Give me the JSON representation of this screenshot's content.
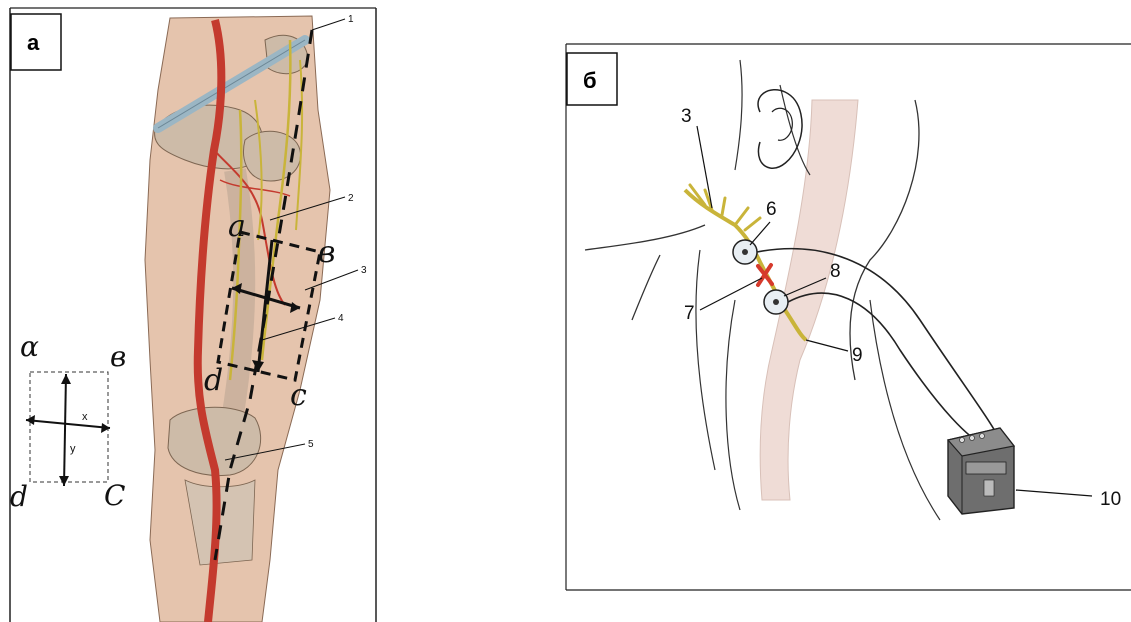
{
  "panel_a": {
    "tag": "а",
    "callouts": [
      "1",
      "2",
      "3",
      "4",
      "5"
    ],
    "rect_corners": {
      "a": "a",
      "b": "в",
      "c": "c",
      "d": "d"
    },
    "legend": {
      "corners": {
        "a": "α",
        "b": "в",
        "c": "C",
        "d": "d"
      },
      "x_label": "x",
      "y_label": "y"
    }
  },
  "panel_b": {
    "tag": "б",
    "callouts": [
      "3",
      "6",
      "7",
      "8",
      "9",
      "10"
    ]
  },
  "colors": {
    "skin": "#e7c8b2",
    "artery": "#c43a2e",
    "nerve": "#c9b43a",
    "bone": "#cfc2b3",
    "vessel_blue": "#9bb6c4",
    "neck_band": "#efdcd6",
    "device": "#5a5a5a"
  }
}
